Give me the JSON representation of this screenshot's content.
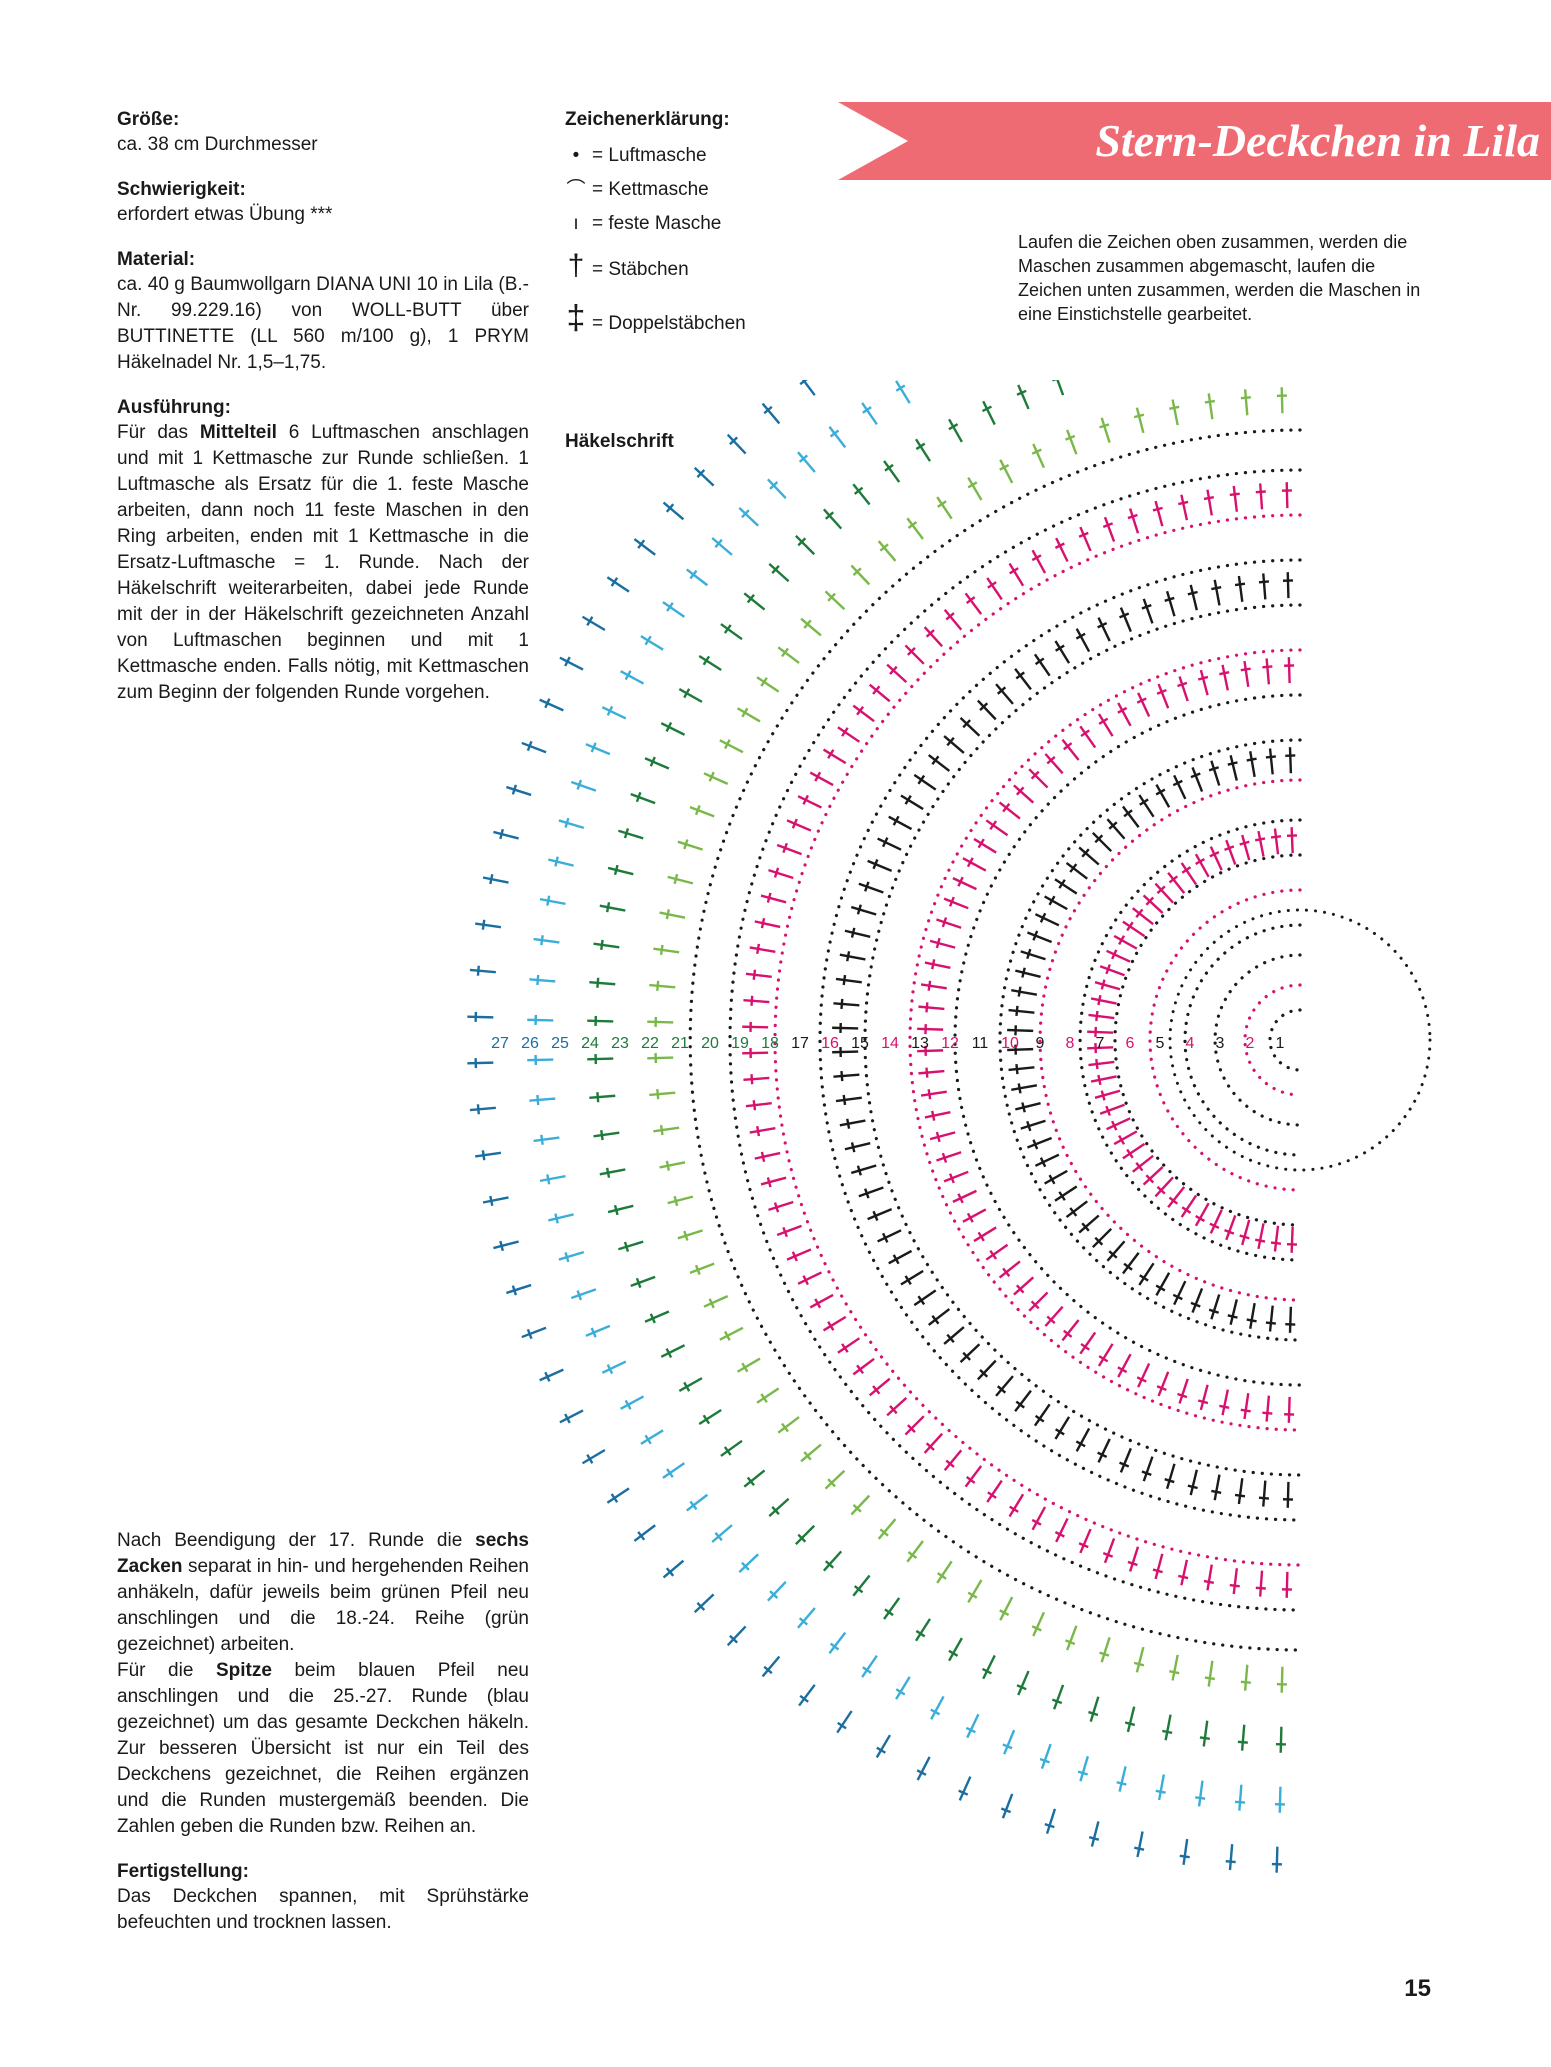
{
  "title": "Stern-Deckchen in Lila",
  "colors": {
    "banner": "#ef6b74",
    "pink": "#d6126e",
    "black": "#1a1a1a",
    "green_light": "#7ab84a",
    "green_dark": "#1e7a3a",
    "blue_light": "#3aaed8",
    "blue_dark": "#1a6ea0"
  },
  "size": {
    "label": "Größe:",
    "text": "ca. 38 cm Durchmesser"
  },
  "difficulty": {
    "label": "Schwierigkeit:",
    "text": "erfordert etwas Übung ***"
  },
  "material": {
    "label": "Material:",
    "text": "ca. 40 g Baumwollgarn DIANA UNI 10 in Lila (B.-Nr. 99.229.16) von WOLL-BUTT über BUTTINETTE (LL 560 m/100 g), 1 PRYM Häkelnadel Nr. 1,5–1,75."
  },
  "execution": {
    "label": "Ausführung:",
    "p1_a": "Für das ",
    "p1_b": "Mittelteil",
    "p1_c": " 6 Luftmaschen anschlagen und mit 1 Kettmasche zur Runde schließen. 1 Luftmasche als Ersatz für die 1. feste Masche arbeiten, dann noch 11 feste Maschen in den Ring arbeiten, enden mit 1 Kettmasche in die Ersatz-Luftmasche = 1. Runde. Nach der Häkelschrift weiterarbeiten, dabei jede Runde mit der in der Häkelschrift gezeichneten Anzahl von Luftmaschen beginnen und mit 1 Kettmasche enden. Falls nötig, mit Kettmaschen zum Beginn der folgenden Runde vorgehen."
  },
  "after_round": {
    "a": "Nach Beendigung der 17. Runde die ",
    "b": "sechs Zacken",
    "c": " separat in hin- und hergehenden Reihen anhäkeln, dafür jeweils beim grünen Pfeil neu anschlingen und die 18.-24. Reihe (grün gezeichnet) arbeiten.",
    "d": "Für die ",
    "e": "Spitze",
    "f": " beim blauen Pfeil neu anschlingen und die 25.-27. Runde (blau gezeichnet) um das gesamte Deckchen häkeln. Zur besseren Übersicht ist nur ein Teil des Deckchens gezeichnet, die Reihen ergänzen und die Runden mustergemäß beenden. Die Zahlen geben die Runden bzw. Reihen an."
  },
  "finishing": {
    "label": "Fertigstellung:",
    "text": "Das Deckchen spannen, mit Sprühstärke befeuchten und trocknen lassen."
  },
  "legend": {
    "label": "Zeichenerklärung:",
    "items": [
      {
        "symbol": "•",
        "icon": "chain-stitch-icon",
        "text": "= Luftmasche"
      },
      {
        "symbol": "⌒",
        "icon": "slip-stitch-icon",
        "text": "= Kettmasche"
      },
      {
        "symbol": "ı",
        "icon": "single-crochet-icon",
        "text": "= feste Masche"
      },
      {
        "symbol": "†",
        "icon": "double-crochet-icon",
        "text": "= Stäbchen"
      },
      {
        "symbol": "‡",
        "icon": "treble-crochet-icon",
        "text": "= Doppelstäbchen"
      }
    ]
  },
  "note": "Laufen die Zeichen oben zusammen, werden die Maschen zusammen abgemascht, laufen die Zeichen unten zusammen, werden die Maschen in eine Einstichstelle gearbeitet.",
  "diagram_label": "Häkelschrift",
  "round_numbers": [
    "1",
    "2",
    "3",
    "4",
    "5",
    "6",
    "7",
    "8",
    "9",
    "10",
    "11",
    "12",
    "13",
    "14",
    "15",
    "16",
    "17",
    "18",
    "19",
    "20",
    "21",
    "22",
    "23",
    "24",
    "25",
    "26",
    "27"
  ],
  "page_number": "15"
}
